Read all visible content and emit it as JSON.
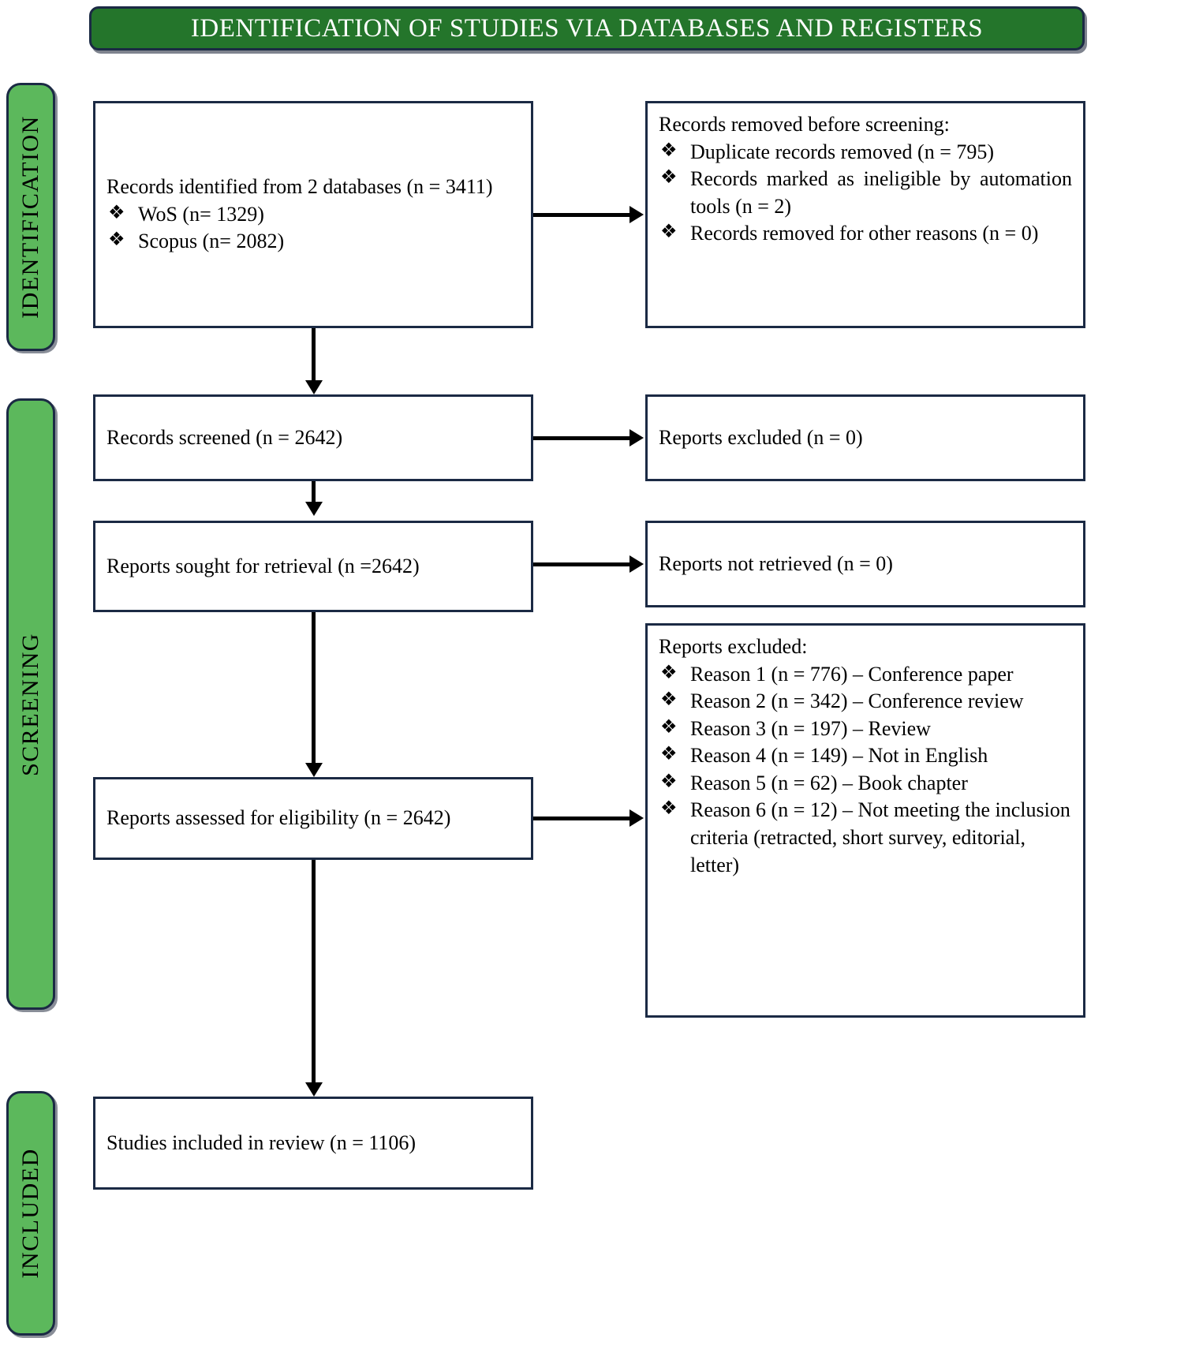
{
  "header": {
    "title": "IDENTIFICATION OF STUDIES VIA DATABASES AND REGISTERS",
    "background_color": "#24752B",
    "text_color": "#FFFFFF"
  },
  "stages": {
    "identification": "IDENTIFICATION",
    "screening": "SCREENING",
    "included": "INCLUDED",
    "tab_color": "#5CB85C",
    "border_color": "#1B2A44"
  },
  "boxes": {
    "identified": {
      "lead": "Records identified from 2 databases (n = 3411)",
      "bullets": [
        "WoS (n= 1329)",
        "Scopus (n= 2082)"
      ]
    },
    "removed": {
      "lead": "Records removed before screening:",
      "bullets": [
        "Duplicate records removed (n = 795)",
        "Records marked as ineligible by automation tools (n = 2)",
        "Records removed for other reasons (n = 0)"
      ]
    },
    "screened": {
      "lead": "Records screened (n = 2642)"
    },
    "reports_excluded_zero": {
      "lead": "Reports excluded (n = 0)"
    },
    "sought": {
      "lead": "Reports sought for retrieval (n =2642)"
    },
    "not_retrieved": {
      "lead": "Reports not retrieved (n = 0)"
    },
    "assessed": {
      "lead": "Reports assessed for eligibility (n = 2642)"
    },
    "reasons": {
      "lead": "Reports excluded:",
      "bullets": [
        "Reason 1 (n = 776) – Conference paper",
        "Reason 2 (n = 342) – Conference review",
        "Reason 3 (n = 197) – Review",
        "Reason 4 (n = 149) – Not in English",
        "Reason 5 (n = 62) – Book chapter",
        "Reason 6 (n = 12) – Not meeting the inclusion criteria (retracted, short survey, editorial, letter)"
      ]
    },
    "included": {
      "lead": "Studies included in review (n = 1106)"
    }
  },
  "chart_data": {
    "type": "diagram",
    "title": "IDENTIFICATION OF STUDIES VIA DATABASES AND REGISTERS",
    "nodes": [
      {
        "id": "identified",
        "stage": "Identification",
        "label": "Records identified from 2 databases",
        "n": 3411
      },
      {
        "id": "wos",
        "stage": "Identification",
        "label": "WoS",
        "n": 1329
      },
      {
        "id": "scopus",
        "stage": "Identification",
        "label": "Scopus",
        "n": 2082
      },
      {
        "id": "dup_removed",
        "stage": "Identification",
        "label": "Duplicate records removed",
        "n": 795
      },
      {
        "id": "ineligible",
        "stage": "Identification",
        "label": "Records marked as ineligible by automation tools",
        "n": 2
      },
      {
        "id": "other_removed",
        "stage": "Identification",
        "label": "Records removed for other reasons",
        "n": 0
      },
      {
        "id": "screened",
        "stage": "Screening",
        "label": "Records screened",
        "n": 2642
      },
      {
        "id": "excluded0",
        "stage": "Screening",
        "label": "Reports excluded",
        "n": 0
      },
      {
        "id": "sought",
        "stage": "Screening",
        "label": "Reports sought for retrieval",
        "n": 2642
      },
      {
        "id": "not_retrieved",
        "stage": "Screening",
        "label": "Reports not retrieved",
        "n": 0
      },
      {
        "id": "assessed",
        "stage": "Screening",
        "label": "Reports assessed for eligibility",
        "n": 2642
      },
      {
        "id": "reason1",
        "stage": "Screening",
        "label": "Reason 1 – Conference paper",
        "n": 776
      },
      {
        "id": "reason2",
        "stage": "Screening",
        "label": "Reason 2 – Conference review",
        "n": 342
      },
      {
        "id": "reason3",
        "stage": "Screening",
        "label": "Reason 3 – Review",
        "n": 197
      },
      {
        "id": "reason4",
        "stage": "Screening",
        "label": "Reason 4 – Not in English",
        "n": 149
      },
      {
        "id": "reason5",
        "stage": "Screening",
        "label": "Reason 5 – Book chapter",
        "n": 62
      },
      {
        "id": "reason6",
        "stage": "Screening",
        "label": "Reason 6 – Not meeting the inclusion criteria (retracted, short survey, editorial, letter)",
        "n": 12
      },
      {
        "id": "included",
        "stage": "Included",
        "label": "Studies included in review",
        "n": 1106
      }
    ],
    "edges": [
      {
        "from": "identified",
        "to": "dup_removed"
      },
      {
        "from": "identified",
        "to": "screened"
      },
      {
        "from": "screened",
        "to": "excluded0"
      },
      {
        "from": "screened",
        "to": "sought"
      },
      {
        "from": "sought",
        "to": "not_retrieved"
      },
      {
        "from": "sought",
        "to": "assessed"
      },
      {
        "from": "assessed",
        "to": "reason1"
      },
      {
        "from": "assessed",
        "to": "included"
      }
    ]
  }
}
